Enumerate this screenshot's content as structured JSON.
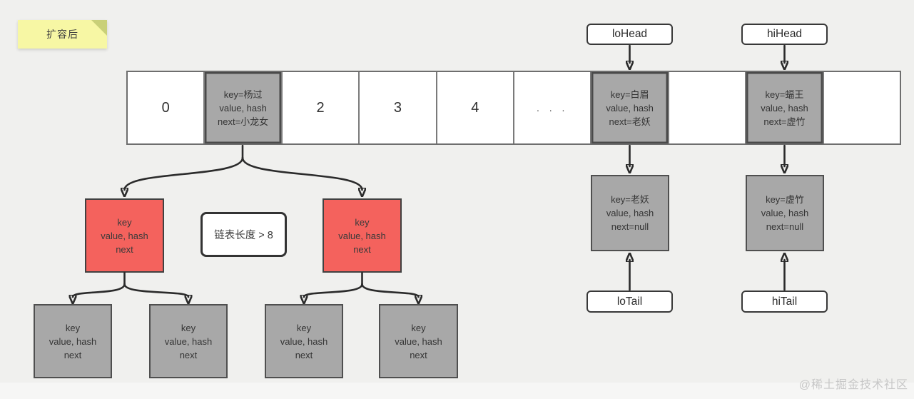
{
  "note": {
    "label": "扩容后"
  },
  "array": {
    "cells": [
      {
        "kind": "index",
        "label": "0"
      },
      {
        "kind": "node",
        "lines": [
          "key=杨过",
          "value, hash",
          "next=小龙女"
        ]
      },
      {
        "kind": "index",
        "label": "2"
      },
      {
        "kind": "index",
        "label": "3"
      },
      {
        "kind": "index",
        "label": "4"
      },
      {
        "kind": "ellipsis",
        "label": ". . ."
      },
      {
        "kind": "node",
        "lines": [
          "key=白眉",
          "value, hash",
          "next=老妖"
        ]
      },
      {
        "kind": "empty",
        "label": ""
      },
      {
        "kind": "node",
        "lines": [
          "key=蝠王",
          "value, hash",
          "next=虚竹"
        ]
      },
      {
        "kind": "empty",
        "label": ""
      }
    ]
  },
  "pointers": {
    "loHead": "loHead",
    "hiHead": "hiHead",
    "loTail": "loTail",
    "hiTail": "hiTail"
  },
  "lo_chain_node": {
    "lines": [
      "key=老妖",
      "value, hash",
      "next=null"
    ]
  },
  "hi_chain_node": {
    "lines": [
      "key=虚竹",
      "value, hash",
      "next=null"
    ]
  },
  "treeify": {
    "condition": "链表长度 > 8",
    "red_nodes": [
      {
        "lines": [
          "key",
          "value, hash",
          "next"
        ]
      },
      {
        "lines": [
          "key",
          "value, hash",
          "next"
        ]
      }
    ],
    "leaf_nodes": [
      {
        "lines": [
          "key",
          "value, hash",
          "next"
        ]
      },
      {
        "lines": [
          "key",
          "value, hash",
          "next"
        ]
      },
      {
        "lines": [
          "key",
          "value, hash",
          "next"
        ]
      },
      {
        "lines": [
          "key",
          "value, hash",
          "next"
        ]
      }
    ]
  },
  "watermark": "@稀土掘金技术社区",
  "colors": {
    "background": "#f0f0ee",
    "node_gray": "#a8a8a8",
    "node_red": "#f4625d",
    "sticky_yellow": "#f7f7a4",
    "sticky_fold": "#c9d078",
    "box_border_dark": "#4a4a4a",
    "arrow": "#2b2b2b",
    "watermark_gray": "#c7c7c7"
  }
}
